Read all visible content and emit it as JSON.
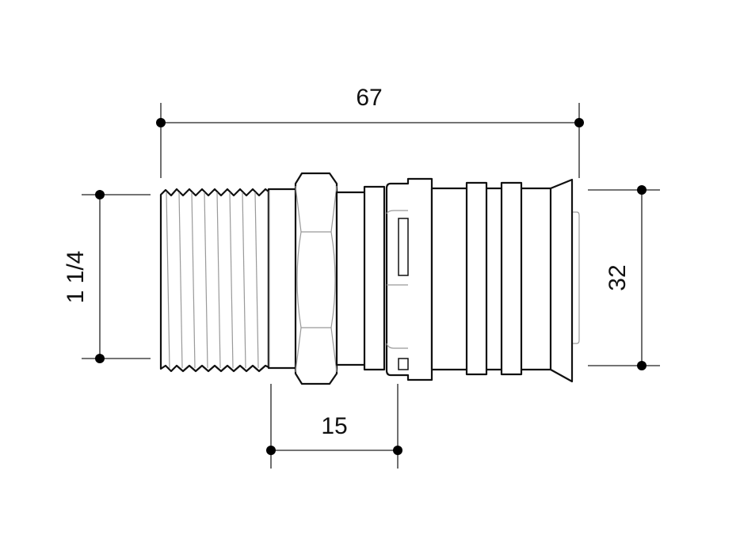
{
  "dimensions": {
    "overall_length": "67",
    "thread_size": "1 1/4",
    "pipe_diameter": "32",
    "nut_to_body": "15"
  },
  "colors": {
    "line": "#111111",
    "hidden_line": "#999999",
    "background": "#ffffff"
  }
}
